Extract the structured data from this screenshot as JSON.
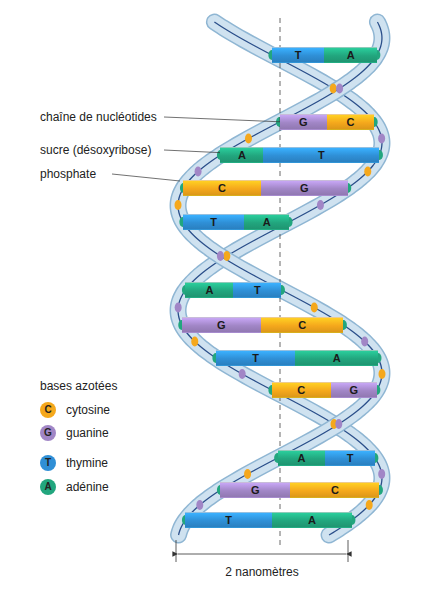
{
  "diagram": {
    "nodes": [
      {
        "text": [
          "T"
        ]
      },
      {
        "text": [
          "A"
        ]
      },
      {
        "text": [
          "G"
        ]
      },
      {
        "text": [
          "C"
        ]
      },
      {
        "text": [
          "A"
        ]
      },
      {
        "text": [
          "T"
        ]
      },
      {
        "text": [
          "C"
        ]
      },
      {
        "text": [
          "G"
        ]
      },
      {
        "text": [
          "T"
        ]
      },
      {
        "text": [
          "A"
        ]
      },
      {
        "text": [
          "A"
        ]
      },
      {
        "text": [
          "T"
        ]
      },
      {
        "text": [
          "G"
        ]
      },
      {
        "text": [
          "C"
        ]
      },
      {
        "text": [
          "T"
        ]
      },
      {
        "text": [
          "A"
        ]
      },
      {
        "text": [
          "C"
        ]
      },
      {
        "text": [
          "G"
        ]
      },
      {
        "text": [
          "A"
        ]
      },
      {
        "text": [
          "T"
        ]
      },
      {
        "text": [
          "G"
        ]
      },
      {
        "text": [
          "C"
        ]
      },
      {
        "text": [
          "T"
        ]
      },
      {
        "text": [
          "A"
        ]
      }
    ],
    "labels": [
      "chaîne de nucléotides",
      "sucre (désoxyribose)",
      "phosphate",
      "bases azotées",
      "C",
      "G",
      "T",
      "A",
      "2 nanomètres"
    ],
    "legend": [
      {
        "text": "cytosine",
        "color": "#f5a81c"
      },
      {
        "text": "guanine",
        "color": "#a186c6"
      },
      {
        "text": "thymine",
        "color": "#2f8fd6"
      },
      {
        "text": "adénine",
        "color": "#22a67e"
      }
    ]
  }
}
